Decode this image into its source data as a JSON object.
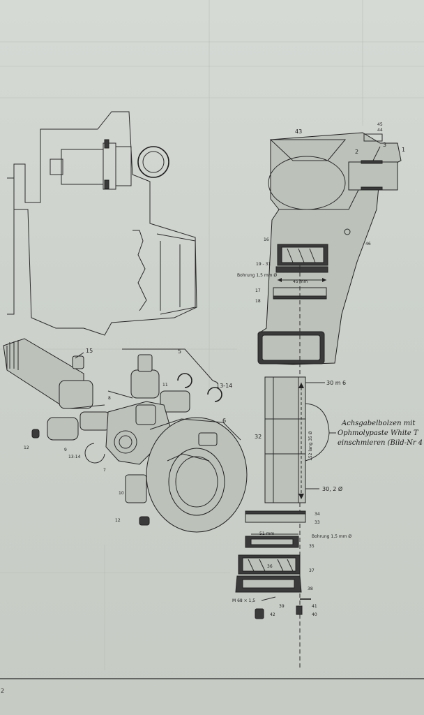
{
  "page": {
    "number": "2"
  },
  "callouts": {
    "c1": "1",
    "c2": "2",
    "c3": "3",
    "c43": "43",
    "c44": "44",
    "c45": "45",
    "c46": "46",
    "c5": "5",
    "c6": "6",
    "c7": "7",
    "c8": "8",
    "c9": "9",
    "c10": "10",
    "c11": "11",
    "c12a": "12",
    "c12b": "12",
    "c13a": "13-14",
    "c13b": "13-14",
    "c15": "15",
    "c16": "16",
    "c17": "17",
    "c18": "18",
    "c19": "19 - 31",
    "c30": "30 m 6",
    "c30b": "30, 2 Ø",
    "c32": "32",
    "c33": "33",
    "c34": "34",
    "c35": "35",
    "c36": "36",
    "c37": "37",
    "c38": "38",
    "c39": "39",
    "c40": "40",
    "c41": "41",
    "c42": "42"
  },
  "dimensions": {
    "bohrung_upper": "Bohrung 1,5 mm Ø",
    "d45": "45 mm",
    "length": "152 lang 35 Ø",
    "d51": "51 mm",
    "bohrung_lower": "Bohrung 1,5 mm Ø",
    "thread": "M 68 × 1,5"
  },
  "note": {
    "line1": "Achsgabelbolzen mit",
    "line2": "Ophmolypaste White T",
    "line3": "einschmieren (Bild-Nr 4"
  }
}
